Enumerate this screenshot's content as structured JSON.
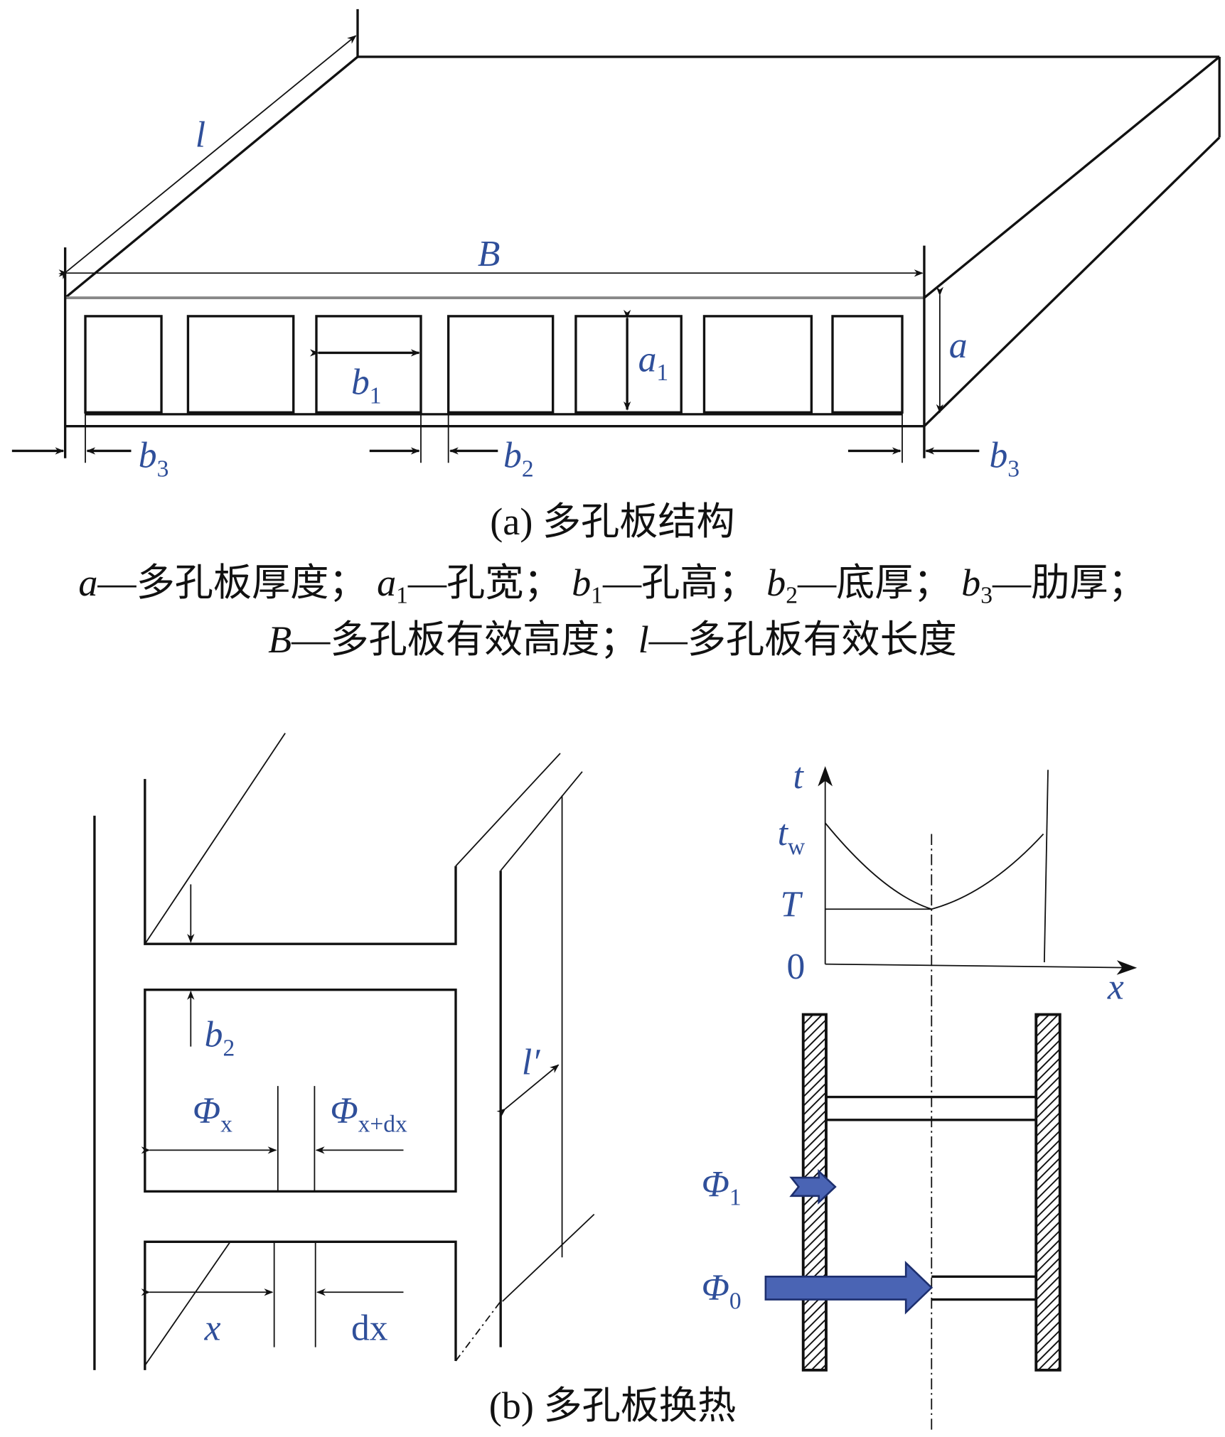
{
  "part_a": {
    "labels": {
      "l": "l",
      "B": "B",
      "a": "a",
      "a1": "a",
      "a1_sub": "1",
      "b1": "b",
      "b1_sub": "1",
      "b3_left": "b",
      "b3_left_sub": "3",
      "b2": "b",
      "b2_sub": "2",
      "b3_right": "b",
      "b3_right_sub": "3"
    },
    "caption": "(a) 多孔板结构",
    "legend_line1": [
      {
        "sym": "a",
        "sub": "",
        "desc": "—多孔板厚度；"
      },
      {
        "sym": "a",
        "sub": "1",
        "desc": "—孔宽；"
      },
      {
        "sym": "b",
        "sub": "1",
        "desc": "—孔高；"
      },
      {
        "sym": "b",
        "sub": "2",
        "desc": "—底厚；"
      },
      {
        "sym": "b",
        "sub": "3",
        "desc": "—肋厚；"
      }
    ],
    "legend_line2": [
      {
        "sym": "B",
        "sub": "",
        "desc": "—多孔板有效高度；"
      },
      {
        "sym": "l",
        "sub": "",
        "desc": "—多孔板有效长度"
      }
    ]
  },
  "part_b": {
    "labels": {
      "b2": "b",
      "b2_sub": "2",
      "phi_x": "Φ",
      "phi_x_sub": "x",
      "phi_xdx": "Φ",
      "phi_xdx_sub": "x+dx",
      "x": "x",
      "dx": "dx",
      "l_prime": "l′"
    },
    "graph": {
      "t": "t",
      "tw": "t",
      "tw_sub": "w",
      "T": "T",
      "zero": "0",
      "x": "x"
    },
    "flows": {
      "phi1": "Φ",
      "phi1_sub": "1",
      "phi0": "Φ",
      "phi0_sub": "0"
    },
    "caption": "(b) 多孔板换热"
  },
  "colors": {
    "label": "#2f4f9a",
    "arrow_fill": "#4a64b4"
  }
}
